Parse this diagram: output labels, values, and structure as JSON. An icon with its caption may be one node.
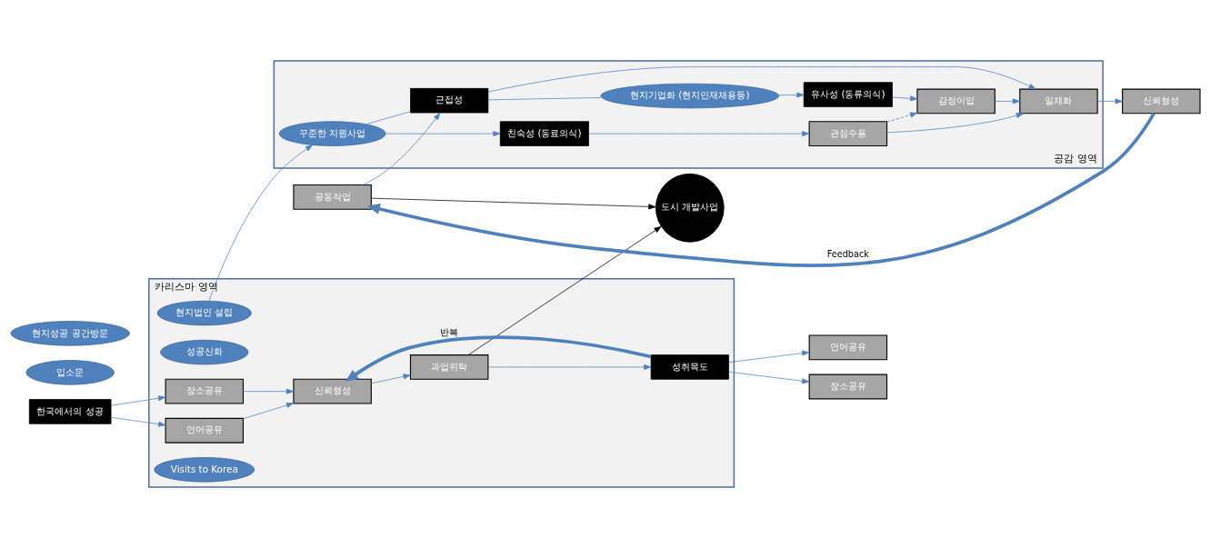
{
  "diagram": {
    "nodes": [
      {
        "text": [
          "카리스마 영역"
        ]
      },
      {
        "text": [
          "한국에서의 성공"
        ]
      },
      {
        "text": [
          "언어공유"
        ],
        "in": 0
      },
      {
        "text": [
          "성공신화"
        ],
        "in": 0
      },
      {
        "text": [
          "신뢰형성"
        ],
        "in": 0
      },
      {
        "text": [
          "과업위탁"
        ],
        "in": 0
      },
      {
        "text": [
          "성취목도"
        ],
        "in": 0
      },
      {
        "text": [
          "현지법인 설립"
        ],
        "in": 0
      },
      {
        "text": [
          "장소공유"
        ],
        "in": 0
      },
      {
        "text": [
          "Visits to Korea"
        ],
        "in": 0
      },
      {
        "text": [
          "도시 개발사업"
        ]
      },
      {
        "text": [
          "언어공유"
        ]
      },
      {
        "text": [
          "입소문"
        ]
      },
      {
        "text": [
          "장소공유"
        ]
      },
      {
        "text": [
          "현지성공 공간방문"
        ]
      },
      {
        "text": [
          "공감 영역"
        ]
      },
      {
        "text": [
          "꾸준한 지원사업"
        ],
        "in": 15
      },
      {
        "text": [
          "친숙성 (동료의식)"
        ],
        "in": 15
      },
      {
        "text": [
          "관점수용"
        ],
        "in": 15
      },
      {
        "text": [
          "공동작업"
        ]
      },
      {
        "text": [
          "근접성"
        ],
        "in": 15
      },
      {
        "text": [
          "일체화"
        ],
        "in": 15
      },
      {
        "text": [
          "신뢰형성"
        ]
      },
      {
        "text": [
          "현지기업화 (현지인재채용등)"
        ],
        "in": 15
      },
      {
        "text": [
          "유사성 (동류의식)"
        ],
        "in": 15
      },
      {
        "text": [
          "감정이입"
        ],
        "in": 15
      }
    ],
    "edges": [
      {
        "from": 1,
        "to": 2,
        "arrow": "to"
      },
      {
        "from": 1,
        "to": 8,
        "arrow": "to"
      },
      {
        "from": 2,
        "to": 4,
        "arrow": "to"
      },
      {
        "from": 8,
        "to": 4,
        "arrow": "to"
      },
      {
        "from": 4,
        "to": 5,
        "arrow": "to"
      },
      {
        "from": 5,
        "to": 6,
        "arrow": "to"
      },
      {
        "from": 6,
        "to": 4,
        "arrow": "to",
        "label": "반복",
        "style": "thick"
      },
      {
        "from": 5,
        "to": 10,
        "arrow": "to",
        "color": "#000000"
      },
      {
        "from": 6,
        "to": 11,
        "arrow": "to"
      },
      {
        "from": 6,
        "to": 13,
        "arrow": "to"
      },
      {
        "from": 7,
        "to": 16,
        "arrow": "to"
      },
      {
        "from": 16,
        "to": 17,
        "arrow": "to"
      },
      {
        "from": 17,
        "to": 18,
        "arrow": "to"
      },
      {
        "from": 18,
        "to": 21,
        "arrow": "to"
      },
      {
        "from": 18,
        "to": 25,
        "arrow": "to",
        "style": "dashed"
      },
      {
        "from": 16,
        "to": 20,
        "arrow": "none"
      },
      {
        "from": 20,
        "to": 23,
        "arrow": "none"
      },
      {
        "from": 19,
        "to": 20,
        "arrow": "to"
      },
      {
        "from": 19,
        "to": 10,
        "arrow": "to",
        "color": "#000000"
      },
      {
        "from": 20,
        "to": 21,
        "arrow": "to"
      },
      {
        "from": 21,
        "to": 22,
        "arrow": "to"
      },
      {
        "from": 23,
        "to": 24,
        "arrow": "to"
      },
      {
        "from": 24,
        "to": 25,
        "arrow": "to"
      },
      {
        "from": 25,
        "to": 21,
        "arrow": "to"
      },
      {
        "from": 22,
        "to": 19,
        "arrow": "to",
        "label": "Feedback",
        "style": "thick"
      }
    ]
  }
}
